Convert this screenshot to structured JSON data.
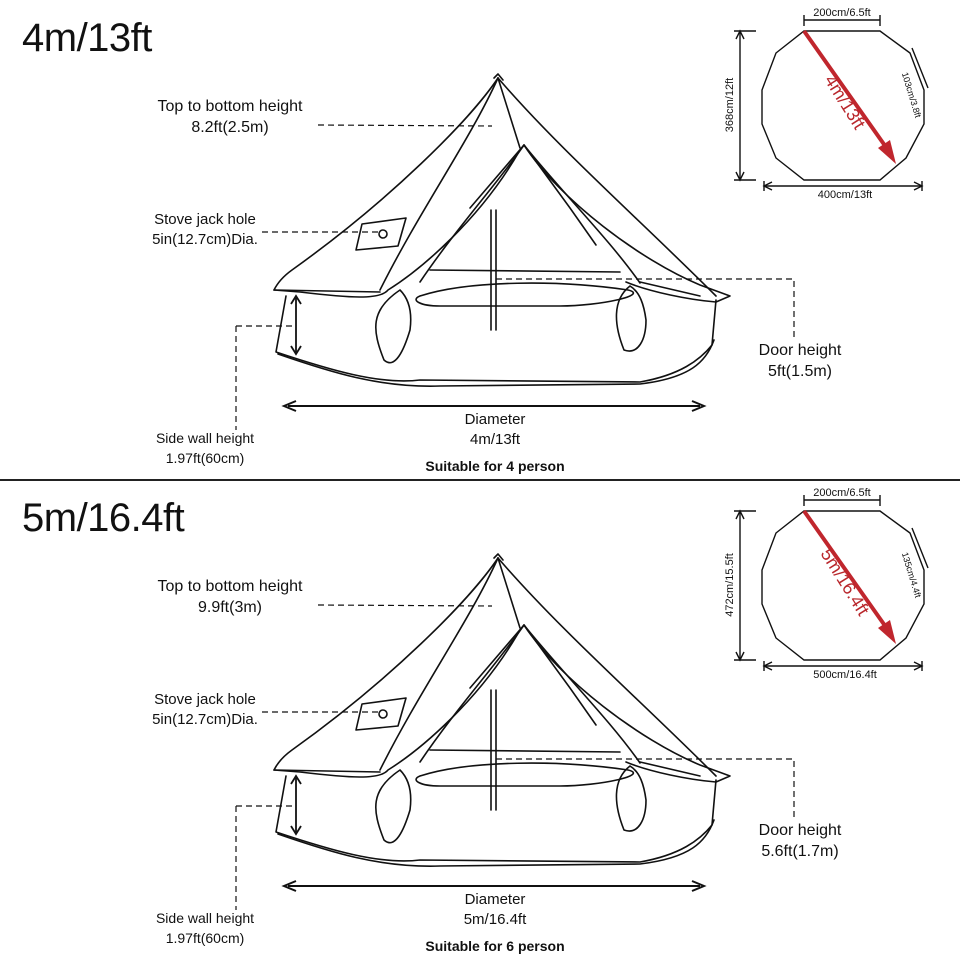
{
  "colors": {
    "arrow": "#c0262d",
    "arrow_text": "#b9272c",
    "line": "#111111"
  },
  "panels": [
    {
      "title": "4m/13ft",
      "top_height_label": "Top to bottom height",
      "top_height_value": "8.2ft(2.5m)",
      "stove_label": "Stove jack hole",
      "stove_value": "5in(12.7cm)Dia.",
      "door_label": "Door height",
      "door_value": "5ft(1.5m)",
      "side_wall_label": "Side wall height",
      "side_wall_value": "1.97ft(60cm)",
      "diameter_label": "Diameter",
      "diameter_value": "4m/13ft",
      "capacity": "Suitable for 4 person",
      "plan": {
        "top_edge": "200cm/6.5ft",
        "side_edge": "103cm/3.8ft",
        "height": "368cm/12ft",
        "width": "400cm/13ft",
        "diameter": "4m/13ft"
      }
    },
    {
      "title": "5m/16.4ft",
      "top_height_label": "Top to bottom height",
      "top_height_value": "9.9ft(3m)",
      "stove_label": "Stove jack hole",
      "stove_value": "5in(12.7cm)Dia.",
      "door_label": "Door height",
      "door_value": "5.6ft(1.7m)",
      "side_wall_label": "Side wall height",
      "side_wall_value": "1.97ft(60cm)",
      "diameter_label": "Diameter",
      "diameter_value": "5m/16.4ft",
      "capacity": "Suitable for 6 person",
      "plan": {
        "top_edge": "200cm/6.5ft",
        "side_edge": "135cm/4.4ft",
        "height": "472cm/15.5ft",
        "width": "500cm/16.4ft",
        "diameter": "5m/16.4ft"
      }
    }
  ]
}
